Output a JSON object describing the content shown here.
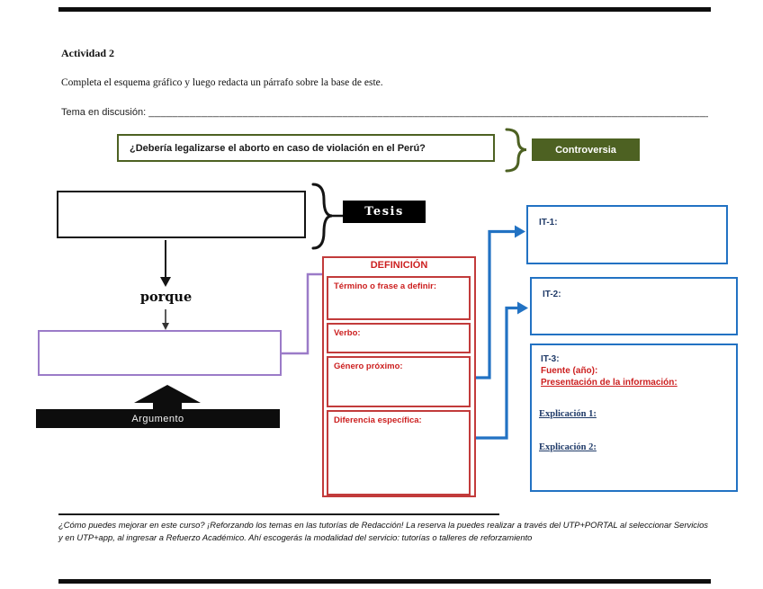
{
  "page": {
    "title": "Actividad 2",
    "instruction": "Completa el esquema gráfico y luego redacta un párrafo sobre la base de este.",
    "topic_label": "Tema en discusión:",
    "topic_line": "______________________________________________________________________________________________________________"
  },
  "controversy": {
    "question": "¿Debería legalizarse el aborto en caso de violación en el Perú?",
    "label": "Controversia"
  },
  "thesis": {
    "label": "Tesis"
  },
  "connector_word": "porque",
  "argument": {
    "label": "Argumento"
  },
  "definition": {
    "title": "DEFINICIÓN",
    "fields": [
      "Término o frase a definir:",
      "Verbo:",
      "Género próximo:",
      "Diferencia específica:"
    ]
  },
  "it_boxes": {
    "it1_label": "IT-1:",
    "it2_label": "IT-2:",
    "it3_label": "IT-3:",
    "fuente_label": "Fuente (año):",
    "presentacion_label": "Presentación de la información:",
    "explicacion1_label": "Explicación 1:",
    "explicacion2_label": "Explicación 2:"
  },
  "footer": {
    "line1": "¿Cómo puedes mejorar en este curso? ¡Reforzando los temas en las tutorías de Redacción! La reserva la puedes realizar a través del UTP+PORTAL al seleccionar Servicios",
    "line2": "y en UTP+app, al ingresar a Refuerzo Académico. Ahí escogerás la modalidad del servicio: tutorías o talleres de reforzamiento"
  },
  "colors": {
    "green": "#4d6122",
    "red_border": "#c23b3b",
    "red_text": "#cc1f1f",
    "blue": "#2272c3",
    "navy": "#1f3a68",
    "purple": "#9b7bc8",
    "black": "#0d0d0d"
  }
}
